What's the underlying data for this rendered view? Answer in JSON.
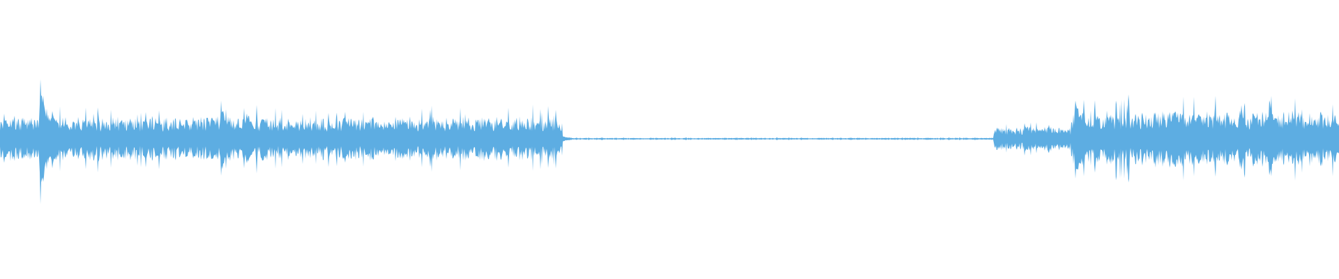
{
  "waveform": {
    "color": "#5dade2",
    "background": "#ffffff",
    "segments": [
      {
        "start": 0.0,
        "end": 0.42,
        "level": 0.33
      },
      {
        "start": 0.42,
        "end": 0.742,
        "level": 0.015
      },
      {
        "start": 0.742,
        "end": 0.8,
        "level": 0.18
      },
      {
        "start": 0.8,
        "end": 1.0,
        "level": 0.42
      }
    ],
    "peaks": [
      {
        "pos": 0.003,
        "amp": 0.4
      },
      {
        "pos": 0.03,
        "amp": 1.0
      },
      {
        "pos": 0.039,
        "amp": 0.45
      },
      {
        "pos": 0.085,
        "amp": 0.22
      },
      {
        "pos": 0.097,
        "amp": 0.2
      },
      {
        "pos": 0.165,
        "amp": 0.57
      },
      {
        "pos": 0.184,
        "amp": 0.48
      },
      {
        "pos": 0.195,
        "amp": 0.43
      },
      {
        "pos": 0.217,
        "amp": 0.27
      },
      {
        "pos": 0.255,
        "amp": 0.22
      },
      {
        "pos": 0.273,
        "amp": 0.3
      },
      {
        "pos": 0.29,
        "amp": 0.33
      },
      {
        "pos": 0.319,
        "amp": 0.2
      },
      {
        "pos": 0.352,
        "amp": 0.18
      },
      {
        "pos": 0.383,
        "amp": 0.08
      },
      {
        "pos": 0.418,
        "amp": 0.06
      },
      {
        "pos": 0.744,
        "amp": 0.18
      },
      {
        "pos": 0.765,
        "amp": 0.26
      },
      {
        "pos": 0.779,
        "amp": 0.15
      },
      {
        "pos": 0.803,
        "amp": 0.7
      },
      {
        "pos": 0.82,
        "amp": 0.16
      },
      {
        "pos": 0.848,
        "amp": 0.28
      },
      {
        "pos": 0.863,
        "amp": 0.26
      },
      {
        "pos": 0.877,
        "amp": 0.52
      },
      {
        "pos": 0.89,
        "amp": 0.45
      },
      {
        "pos": 0.912,
        "amp": 0.3
      },
      {
        "pos": 0.926,
        "amp": 0.52
      },
      {
        "pos": 0.936,
        "amp": 0.48
      },
      {
        "pos": 0.948,
        "amp": 0.7
      },
      {
        "pos": 0.97,
        "amp": 0.3
      },
      {
        "pos": 0.99,
        "amp": 0.25
      }
    ]
  }
}
